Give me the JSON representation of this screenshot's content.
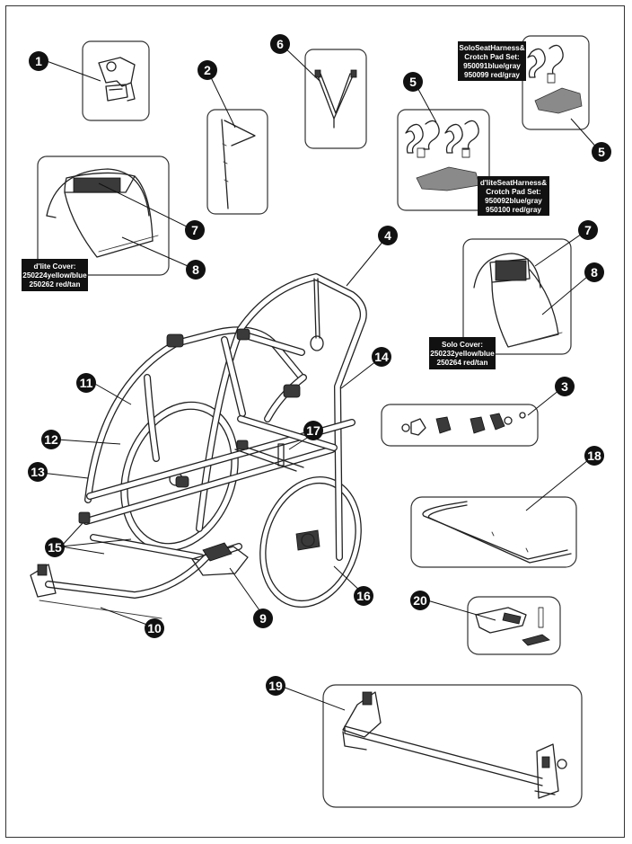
{
  "callouts": {
    "c1": "1",
    "c2": "2",
    "c3": "3",
    "c4": "4",
    "c5a": "5",
    "c5b": "5",
    "c6": "6",
    "c7a": "7",
    "c7b": "7",
    "c8a": "8",
    "c8b": "8",
    "c9": "9",
    "c10": "10",
    "c11": "11",
    "c12": "12",
    "c13": "13",
    "c14": "14",
    "c15": "15",
    "c16": "16",
    "c17": "17",
    "c18": "18",
    "c19": "19",
    "c20": "20"
  },
  "labels": {
    "solo_harness": [
      "SoloSeatHarness&",
      "Crotch Pad Set:",
      "950091blue/gray",
      "950099 red/gray"
    ],
    "dlite_harness": [
      "d'liteSeatHarness&",
      "Crotch Pad Set:",
      "950092blue/gray",
      "950100 red/gray"
    ],
    "dlite_cover": [
      "d'lite Cover:",
      "250224yellow/blue",
      "250262 red/tan"
    ],
    "solo_cover": [
      "Solo Cover:",
      "250232yellow/blue",
      "250264 red/tan"
    ]
  }
}
